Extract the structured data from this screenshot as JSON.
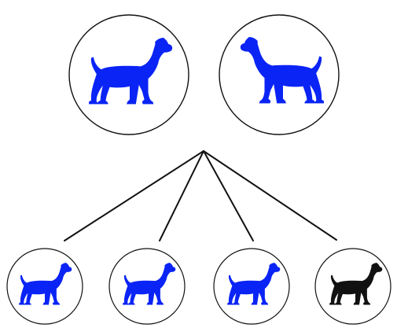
{
  "colors": {
    "blue": "#0a24f5",
    "black": "#111111"
  },
  "parents": [
    {
      "icon": "dog-silhouette-icon",
      "color": "blue",
      "facing": "right"
    },
    {
      "icon": "dog-silhouette-icon",
      "color": "blue",
      "facing": "left"
    }
  ],
  "offspring": [
    {
      "icon": "dog-silhouette-icon",
      "color": "blue",
      "facing": "right"
    },
    {
      "icon": "dog-silhouette-icon",
      "color": "blue",
      "facing": "right"
    },
    {
      "icon": "dog-silhouette-icon",
      "color": "blue",
      "facing": "right"
    },
    {
      "icon": "dog-silhouette-icon",
      "color": "black",
      "facing": "right"
    }
  ]
}
